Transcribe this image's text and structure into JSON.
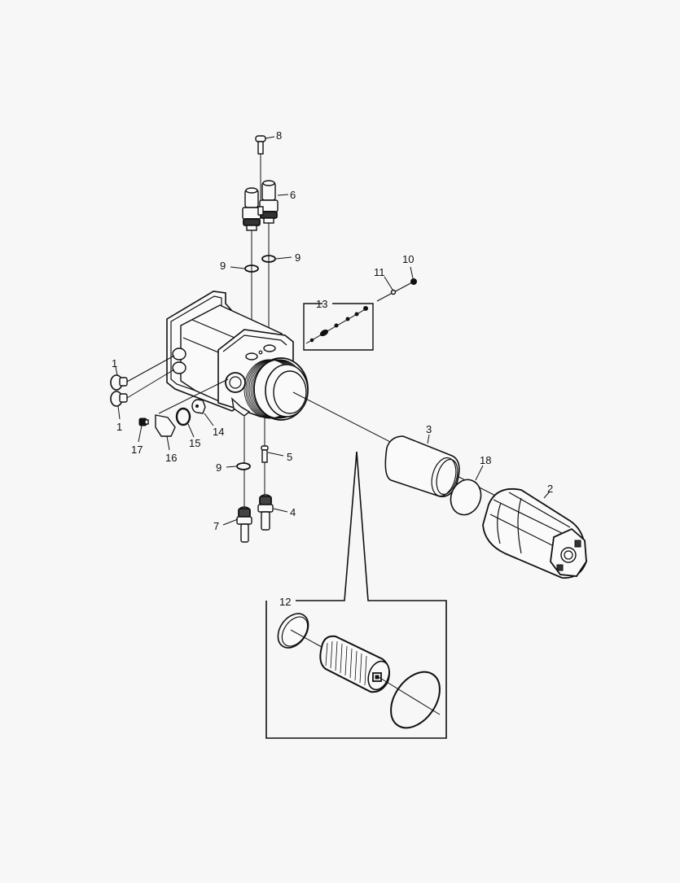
{
  "diagram": {
    "type": "exploded-parts-view",
    "subject": "fuel filter housing assembly",
    "background_color": "#f7f7f7",
    "line_color": "#111111"
  },
  "callouts": {
    "c1a": "1",
    "c1b": "1",
    "c2": "2",
    "c3": "3",
    "c4": "4",
    "c5": "5",
    "c6": "6",
    "c7": "7",
    "c8": "8",
    "c9a": "9",
    "c9b": "9",
    "c9c": "9",
    "c10": "10",
    "c11": "11",
    "c12": "12",
    "c13": "13",
    "c14": "14",
    "c15": "15",
    "c16": "16",
    "c17": "17",
    "c18": "18"
  },
  "insets": [
    {
      "label": "13",
      "content": "small parts kit (seals/balls/spring)"
    },
    {
      "label": "12",
      "content": "filter element kit with O-rings"
    }
  ]
}
